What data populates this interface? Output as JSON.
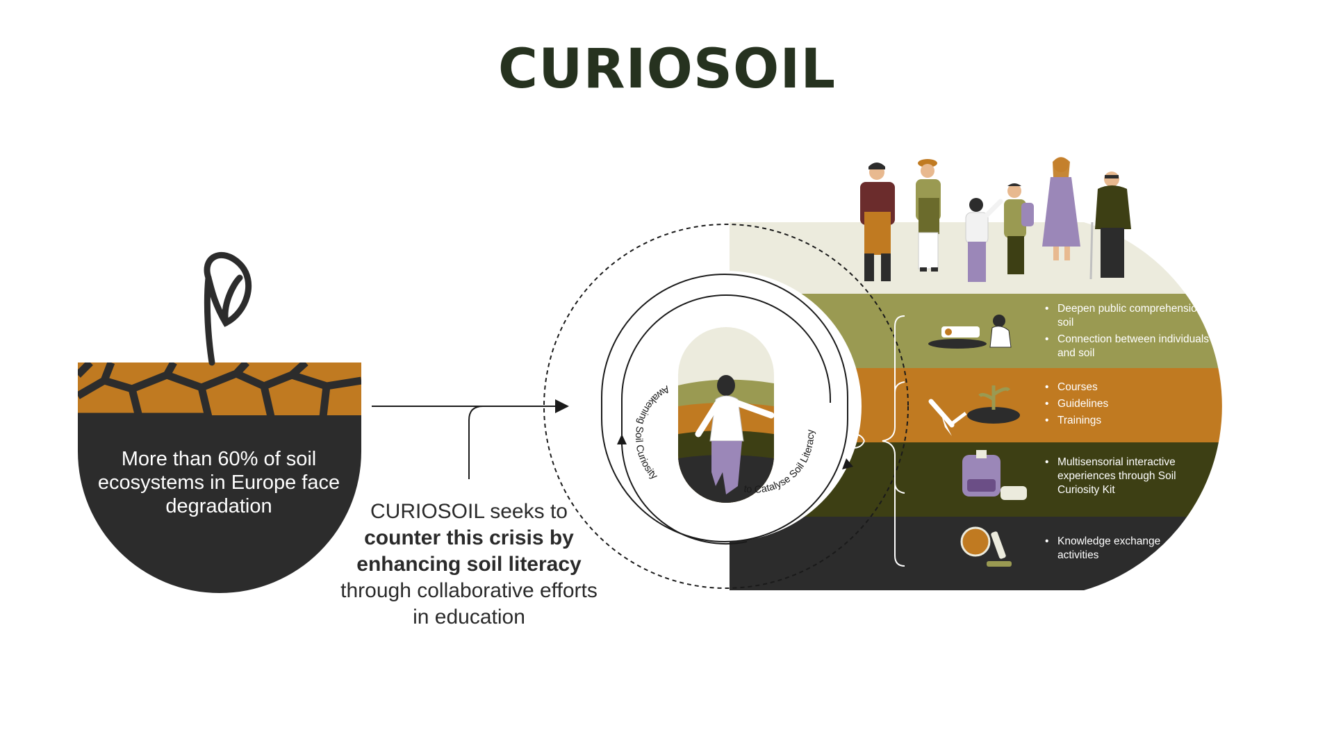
{
  "title": "CURIOSOIL",
  "stat_text": "More than 60% of soil ecosystems in Europe face degradation",
  "seeks": {
    "part1": "CURIOSOIL seeks to",
    "bold": "counter this crisis by enhancing soil literacy",
    "part2": "through collaborative efforts in education"
  },
  "circle_labels": {
    "left": "Awakening Soil Curiosity",
    "right": "to Catalyse Soil Literacy"
  },
  "bands": [
    {
      "color": "#9a9a52",
      "icon": "gardening-family-icon",
      "items": [
        "Deepen public comprehension of soil",
        "Connection between individuals and soil"
      ]
    },
    {
      "color": "#c07a21",
      "icon": "garden-tools-icon",
      "items": [
        "Courses",
        "Guidelines",
        "Trainings"
      ]
    },
    {
      "color": "#3d3f14",
      "icon": "curiosity-kit-icon",
      "items": [
        "Multisensorial interactive experiences through Soil Curiosity Kit"
      ]
    },
    {
      "color": "#2c2c2c",
      "icon": "microscope-icon",
      "items": [
        "Knowledge exchange activities"
      ]
    }
  ],
  "colors": {
    "dark": "#2c2c2c",
    "ochre": "#c07a21",
    "olive": "#9a9a52",
    "dark_olive": "#3d3f14",
    "cream": "#ecebdd",
    "title": "#26321f"
  }
}
